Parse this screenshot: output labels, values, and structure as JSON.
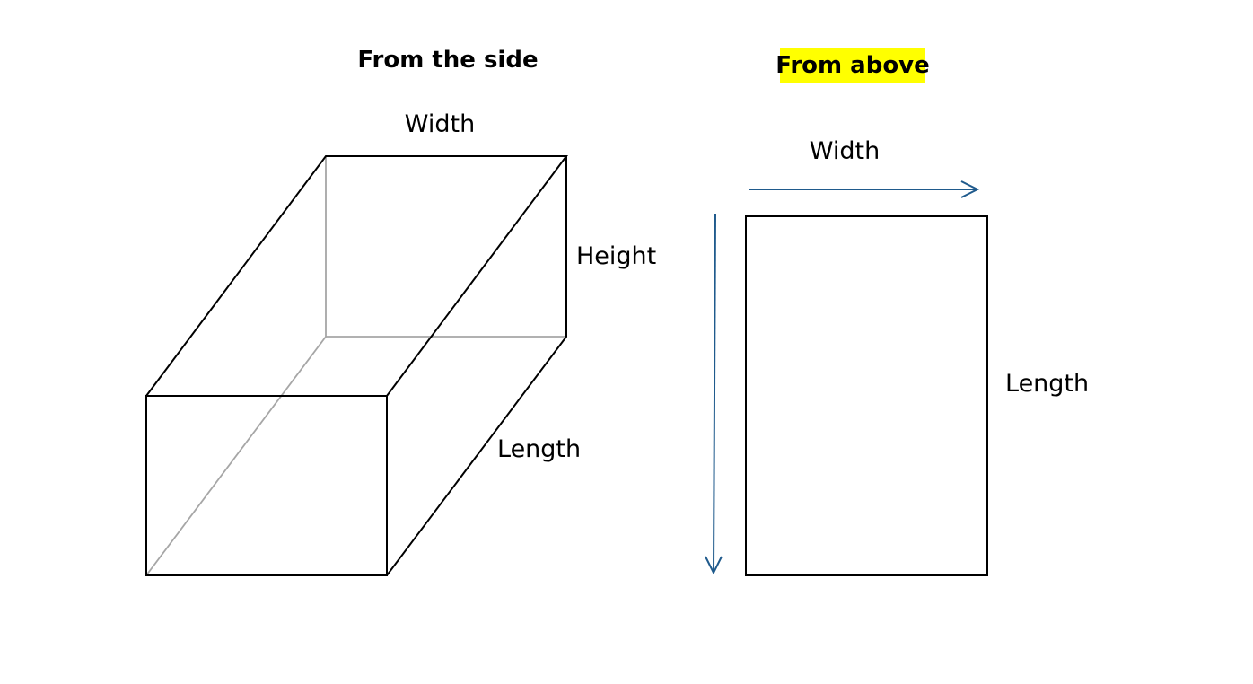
{
  "side_view": {
    "title": "From the side",
    "width_label": "Width",
    "height_label": "Height",
    "length_label": "Length"
  },
  "top_view": {
    "title": "From above",
    "title_highlight_color": "#ffff00",
    "width_label": "Width",
    "length_label": "Length",
    "arrow_color": "#1f5a8c"
  }
}
